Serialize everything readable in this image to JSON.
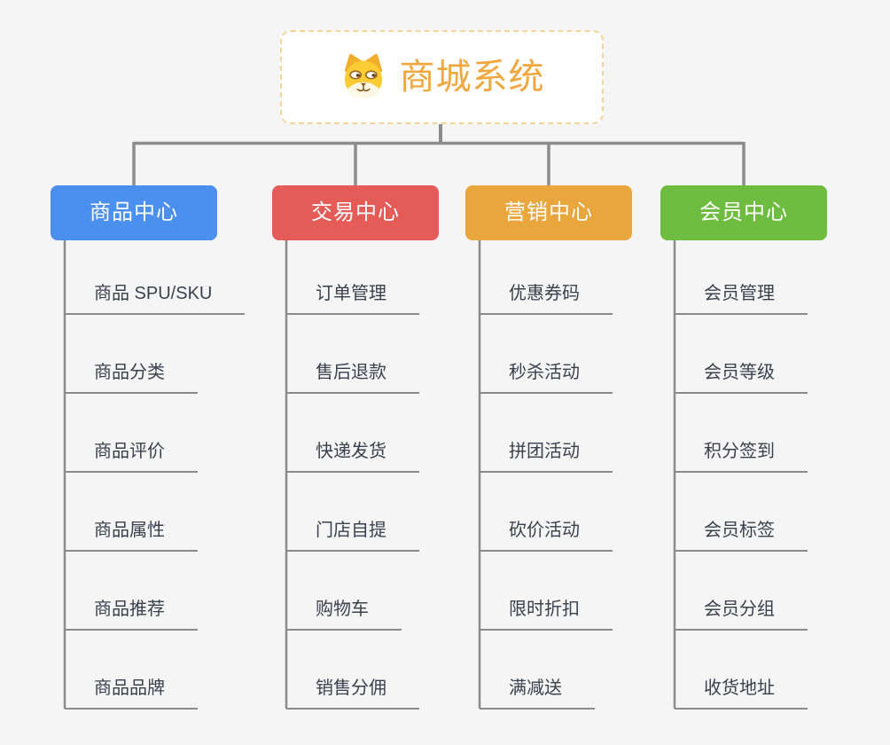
{
  "root": {
    "title": "商城系统",
    "icon": "dog-face-icon",
    "text_color": "#f1a73e",
    "border_color": "#f3d49c"
  },
  "colors": {
    "background": "#f5f5f6",
    "connector": "#8c8c8c",
    "item_text": "#3b414c",
    "item_underline": "#8b8b8b"
  },
  "branches": [
    {
      "label": "商品中心",
      "color": "#4b8fef",
      "children": [
        "商品 SPU/SKU",
        "商品分类",
        "商品评价",
        "商品属性",
        "商品推荐",
        "商品品牌"
      ]
    },
    {
      "label": "交易中心",
      "color": "#e45b57",
      "children": [
        "订单管理",
        "售后退款",
        "快递发货",
        "门店自提",
        "购物车",
        "销售分佣"
      ]
    },
    {
      "label": "营销中心",
      "color": "#e9a63c",
      "children": [
        "优惠券码",
        "秒杀活动",
        "拼团活动",
        "砍价活动",
        "限时折扣",
        "满减送"
      ]
    },
    {
      "label": "会员中心",
      "color": "#6ebd40",
      "children": [
        "会员管理",
        "会员等级",
        "积分签到",
        "会员标签",
        "会员分组",
        "收货地址"
      ]
    }
  ]
}
